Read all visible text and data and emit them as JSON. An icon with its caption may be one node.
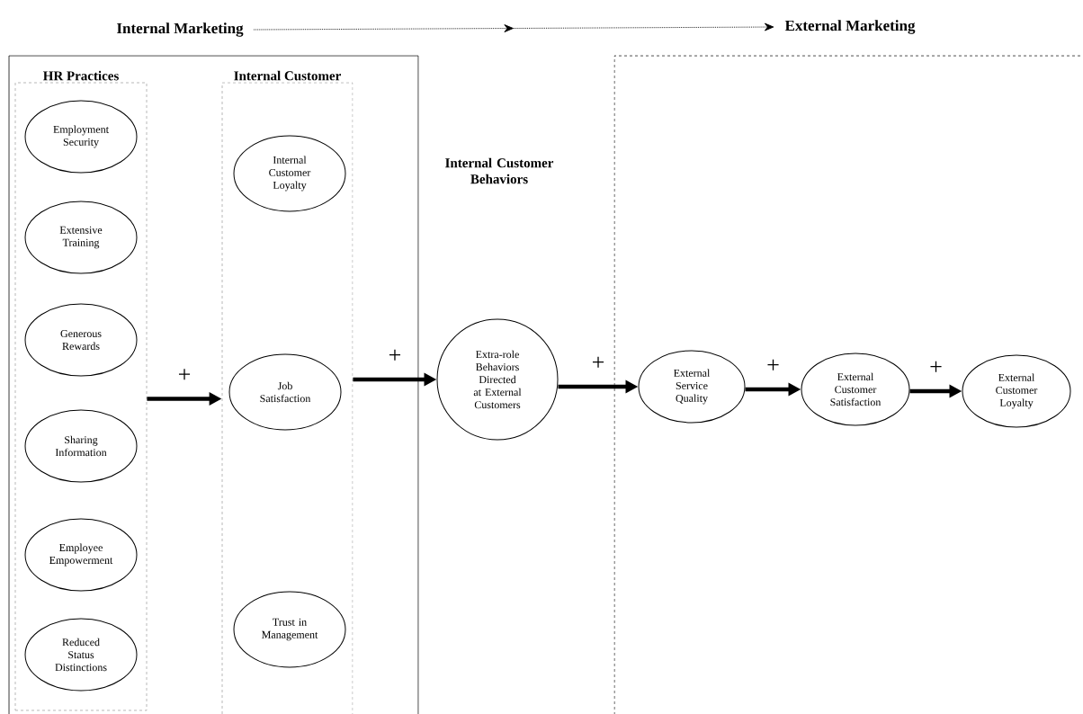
{
  "diagram": {
    "nodes": [
      {
        "text": [
          "Internal Marketing"
        ]
      },
      {
        "text": [
          "External Marketing"
        ]
      },
      {
        "text": [],
        "shape": "box"
      },
      {
        "text": [
          "HR Practices"
        ],
        "in": 2
      },
      {
        "text": [
          "Employment Security"
        ],
        "in": 3
      },
      {
        "text": [
          "Extensive Training"
        ],
        "in": 3
      },
      {
        "text": [
          "Generous Rewards"
        ],
        "in": 3
      },
      {
        "text": [
          "Sharing Information"
        ],
        "in": 3
      },
      {
        "text": [
          "Employee Empowerment"
        ],
        "in": 3
      },
      {
        "text": [
          "Reduced Status Distinctions"
        ],
        "in": 3
      },
      {
        "text": [
          "Internal Customer"
        ],
        "in": 2
      },
      {
        "text": [
          "Internal Customer Loyalty"
        ],
        "in": 10
      },
      {
        "text": [
          "Job Satisfaction"
        ],
        "in": 10
      },
      {
        "text": [
          "Trust in Management"
        ],
        "in": 10
      },
      {
        "text": [
          "Extra-role Behaviors Directed at External Customers"
        ]
      },
      {
        "text": [],
        "shape": "box"
      },
      {
        "text": [
          "External Service Quality"
        ],
        "in": 15
      },
      {
        "text": [
          "External Customer Satisfaction"
        ],
        "in": 15
      },
      {
        "text": [
          "External Customer Loyalty"
        ],
        "in": 15
      }
    ],
    "edges": [
      {
        "from": 0,
        "to": 1,
        "arrow": "to",
        "style": "dashed"
      },
      {
        "from": 3,
        "to": 10,
        "arrow": "to",
        "label": "+"
      },
      {
        "from": 10,
        "to": 14,
        "arrow": "to",
        "label": "+"
      },
      {
        "from": 14,
        "to": 16,
        "arrow": "to",
        "label": "+"
      },
      {
        "from": 16,
        "to": 17,
        "arrow": "to",
        "label": "+"
      },
      {
        "from": 17,
        "to": 18,
        "arrow": "to",
        "label": "+"
      }
    ],
    "labels": [
      "Internal Customer Behaviors"
    ]
  }
}
